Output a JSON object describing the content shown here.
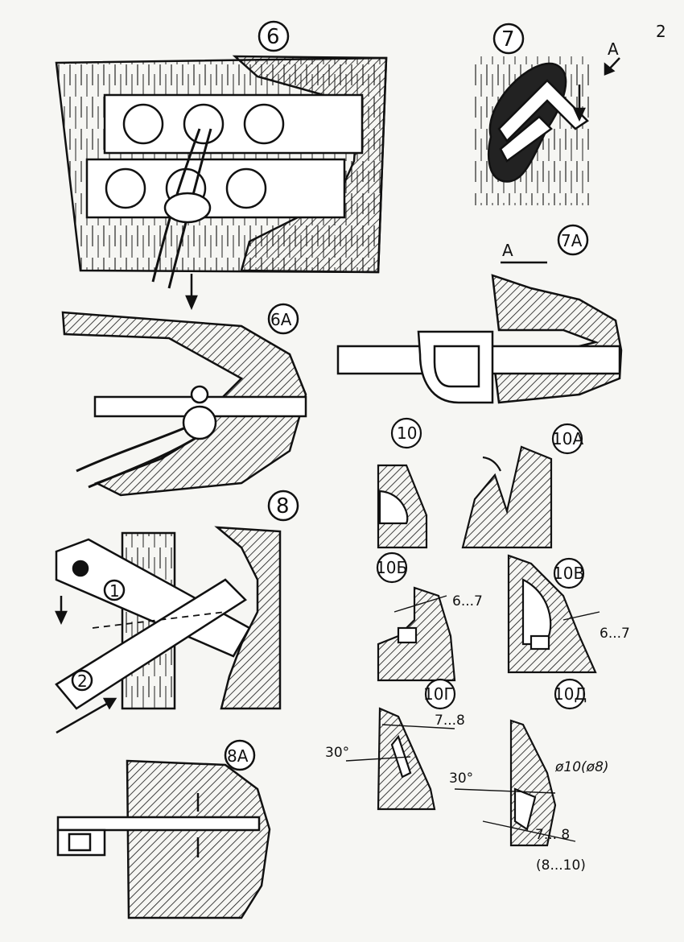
{
  "page_number": "2",
  "section_a": "А",
  "figures": {
    "fig6": "6",
    "fig6a": "6А",
    "fig7": "7",
    "fig7a": "7А",
    "fig8": "8",
    "fig8a": "8А",
    "fig10": "10",
    "fig10a": "10А",
    "fig10b": "10Б",
    "fig10v": "10В",
    "fig10g": "10Г",
    "fig10d": "10Д"
  },
  "markers": {
    "one": "1",
    "two": "2"
  },
  "dimensions": {
    "d10b": "6...7",
    "d10v": "6...7",
    "d10g_len": "7...8",
    "d10g_angle": "30°",
    "d10d_angle": "30°",
    "d10d_dia": "ø10(ø8)",
    "d10d_len": "7... 8",
    "d10d_len_alt": "(8...10)"
  },
  "colors": {
    "ink": "#111111",
    "paper": "#f6f6f3"
  }
}
